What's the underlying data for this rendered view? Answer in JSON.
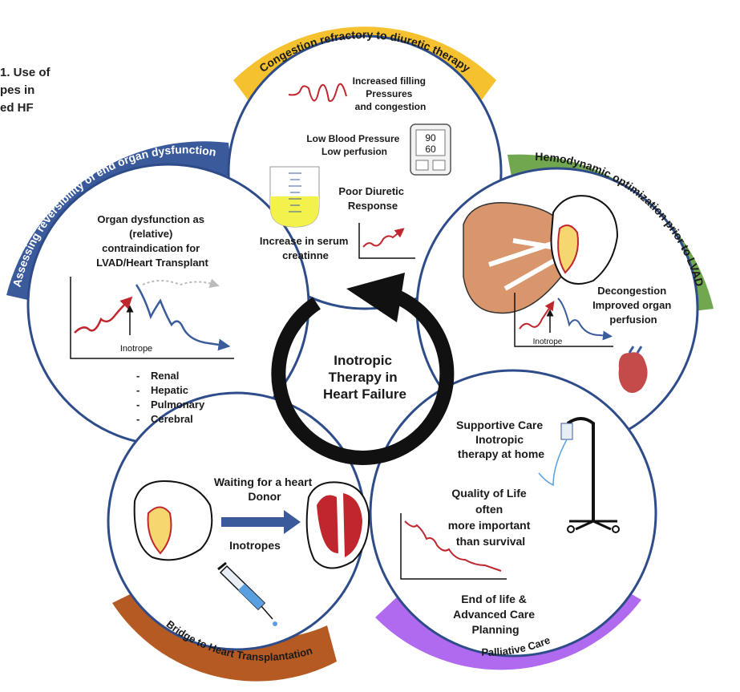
{
  "figure_caption": [
    "1. Use of",
    "pes in",
    "ed HF"
  ],
  "center": {
    "lines": [
      "Inotropic",
      "Therapy in",
      "Heart Failure"
    ]
  },
  "colors": {
    "ring": "#2f4c8a",
    "congestion_banner": "#f5c12e",
    "hemodynamic_banner": "#71a84f",
    "assessing_banner": "#3a5a9c",
    "palliative_banner": "#b06af0",
    "bridge_banner": "#b65a24",
    "red_curve": "#c0262d",
    "blue_curve": "#3b5c9c"
  },
  "sections": {
    "congestion": {
      "banner": "Congestion refractory to diuretic therapy",
      "filling": [
        "Increased filling",
        "Pressures",
        "and congestion"
      ],
      "bp": [
        "Low Blood Pressure",
        "Low perfusion"
      ],
      "bp_monitor": [
        "90",
        "60"
      ],
      "diuretic": [
        "Poor Diuretic",
        "Response"
      ],
      "creatinine": [
        "Increase in serum",
        "creatinne"
      ]
    },
    "hemodynamic": {
      "banner": "Hemodynamic optimization prior to LVAD",
      "text": [
        "Decongestion",
        "Improved organ",
        "perfusion"
      ],
      "inotrope_label": "Inotrope"
    },
    "assessing": {
      "banner": "Assessing reversibility of end organ dysfunction",
      "text": [
        "Organ dysfunction as",
        "(relative)",
        "contraindication for",
        "LVAD/Heart Transplant"
      ],
      "inotrope_label": "Inotrope",
      "organs": [
        "Renal",
        "Hepatic",
        "Pulmonary",
        "Cerebral"
      ]
    },
    "palliative": {
      "banner": "Palliative Care",
      "supportive": [
        "Supportive Care",
        "Inotropic",
        "therapy at home"
      ],
      "quality": [
        "Quality of Life",
        "often",
        "more important",
        "than survival"
      ],
      "end_of_life": [
        "End of life &",
        "Advanced Care",
        "Planning"
      ]
    },
    "bridge": {
      "banner": "Bridge to Heart Transplantation",
      "waiting": [
        "Waiting for a heart",
        "Donor"
      ],
      "inotropes": "Inotropes"
    }
  }
}
